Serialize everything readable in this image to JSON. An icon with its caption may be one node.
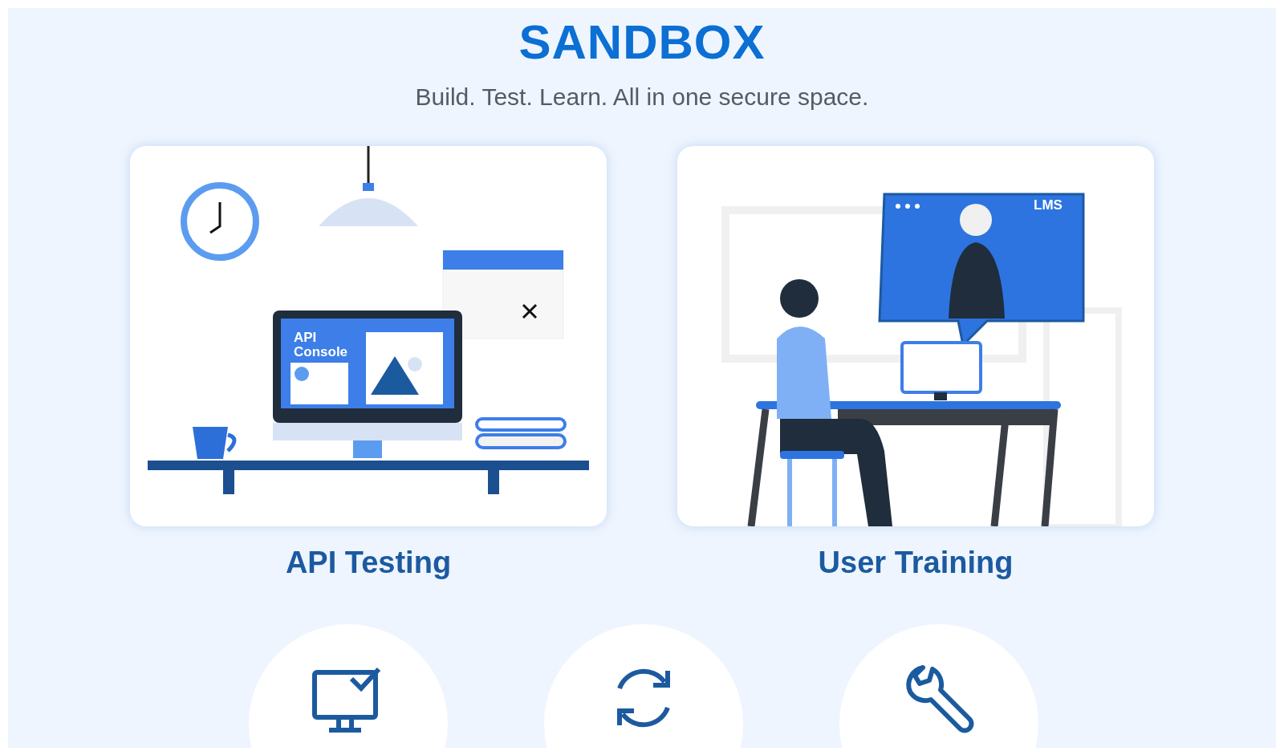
{
  "diagram": {
    "title": "SANDBOX",
    "caption": "Build. Test. Learn. All in one secure space.",
    "nodes": [
      {
        "text": [
          "API Testing"
        ]
      },
      {
        "text": [
          "User Training"
        ]
      },
      {
        "text": [],
        "shape": "circle"
      },
      {
        "text": [],
        "shape": "circle"
      },
      {
        "text": [],
        "shape": "circle"
      }
    ],
    "labels": [
      "API Console",
      "LMS"
    ]
  }
}
